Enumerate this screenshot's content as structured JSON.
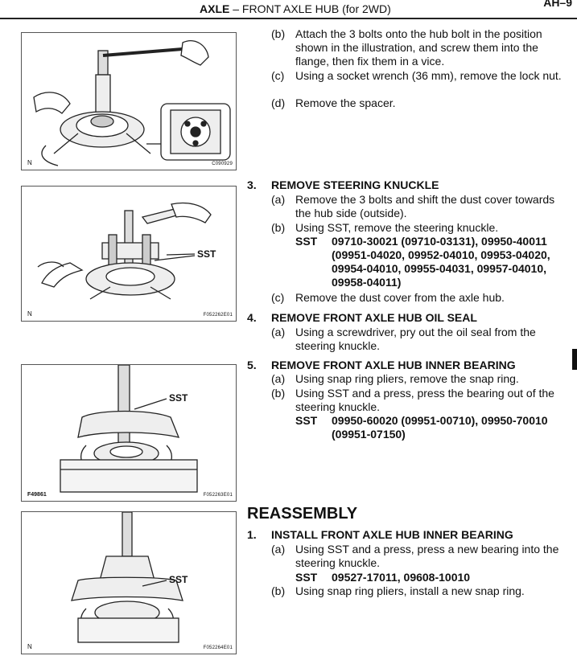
{
  "header": {
    "title_bold": "AXLE",
    "title_rest": " – FRONT AXLE HUB (for 2WD)",
    "page_label": "AH–9"
  },
  "figures": [
    {
      "n": "N",
      "code": "C090929",
      "sst": ""
    },
    {
      "n": "N",
      "code": "F052262E01",
      "sst": "SST"
    },
    {
      "n": "",
      "left_code": "F49861",
      "code": "F052263E01",
      "sst": "SST"
    },
    {
      "n": "N",
      "code": "F052264E01",
      "sst": "SST"
    }
  ],
  "top_items": [
    {
      "key": "(b)",
      "text": "Attach the 3 bolts onto the hub bolt in the position shown in the illustration, and screw them into the flange, then fix them in a vice."
    },
    {
      "key": "(c)",
      "text": "Using a socket wrench (36 mm), remove the lock nut."
    },
    {
      "key": "(d)",
      "text": "Remove the spacer."
    }
  ],
  "step3": {
    "num": "3.",
    "label": "REMOVE STEERING KNUCKLE",
    "a": {
      "key": "(a)",
      "text": "Remove the 3 bolts and shift the dust cover towards the hub side (outside)."
    },
    "b": {
      "key": "(b)",
      "text": "Using SST, remove the steering knuckle."
    },
    "sst": {
      "key": "SST",
      "text": "09710-30021 (09710-03131), 09950-40011 (09951-04020, 09952-04010, 09953-04020, 09954-04010, 09955-04031, 09957-04010, 09958-04011)"
    },
    "c": {
      "key": "(c)",
      "text": "Remove the dust cover from the axle hub."
    }
  },
  "step4": {
    "num": "4.",
    "label": "REMOVE FRONT AXLE HUB OIL SEAL",
    "a": {
      "key": "(a)",
      "text": "Using a screwdriver, pry out the oil seal from the steering knuckle."
    }
  },
  "step5": {
    "num": "5.",
    "label": "REMOVE FRONT AXLE HUB INNER BEARING",
    "a": {
      "key": "(a)",
      "text": "Using snap ring pliers, remove the snap ring."
    },
    "b": {
      "key": "(b)",
      "text": "Using SST and a press, press the bearing out of the steering knuckle."
    },
    "sst": {
      "key": "SST",
      "text": "09950-60020 (09951-00710), 09950-70010 (09951-07150)"
    }
  },
  "reassembly": {
    "title": "REASSEMBLY",
    "step1": {
      "num": "1.",
      "label": "INSTALL FRONT AXLE HUB INNER BEARING",
      "a": {
        "key": "(a)",
        "text": "Using SST and a press, press a new bearing into the steering knuckle."
      },
      "sst": {
        "key": "SST",
        "text": "09527-17011, 09608-10010"
      },
      "b": {
        "key": "(b)",
        "text": "Using snap ring pliers, install a new snap ring."
      }
    }
  }
}
